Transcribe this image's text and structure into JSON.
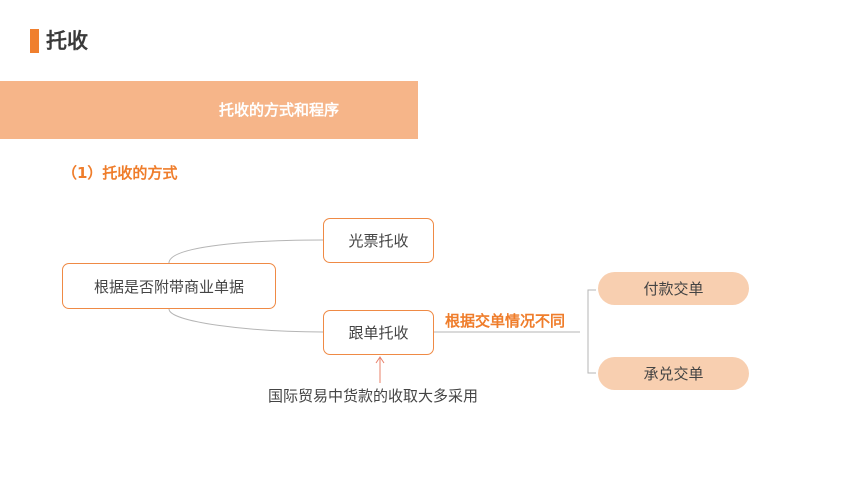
{
  "header": {
    "title": "托收"
  },
  "banner": {
    "text": "托收的方式和程序"
  },
  "section": {
    "heading": "（1）托收的方式"
  },
  "diagram": {
    "root": "根据是否附带商业单据",
    "branches": {
      "clean": "光票托收",
      "documentary": "跟单托收"
    },
    "condition_label": "根据交单情况不同",
    "outcomes": {
      "dp": "付款交单",
      "da": "承兑交单"
    },
    "note": "国际贸易中货款的收取大多采用"
  },
  "colors": {
    "accent": "#f07f2e",
    "banner": "#f6b589",
    "pill": "#f8cfb0",
    "box_border": "#ef8a45",
    "note_arrow": "#e8806a"
  }
}
